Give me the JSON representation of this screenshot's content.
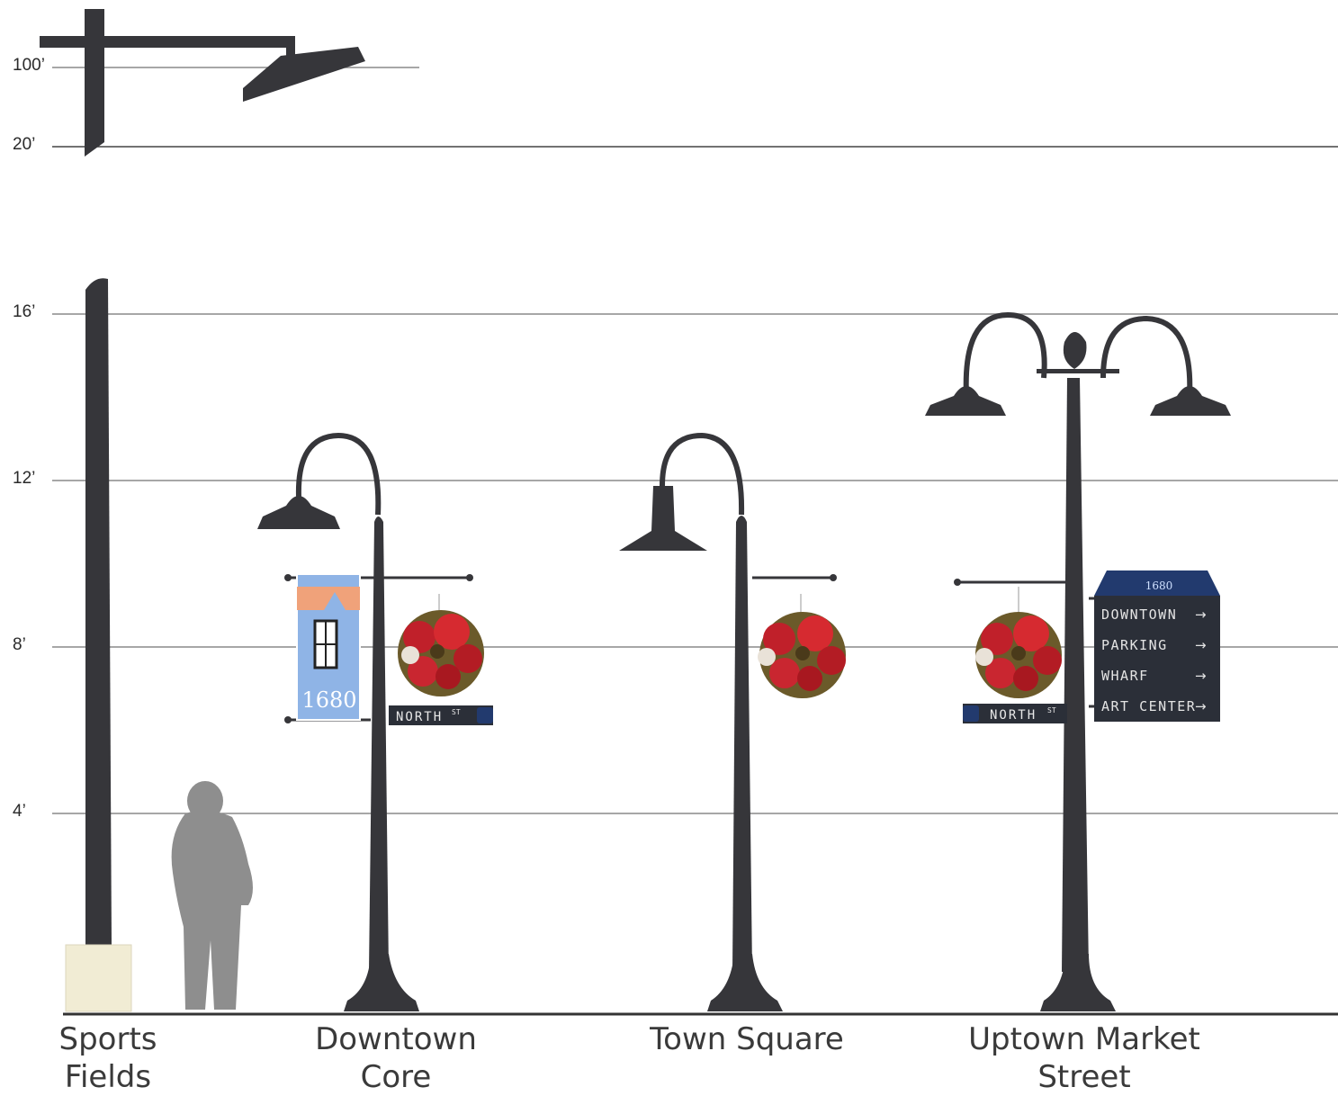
{
  "height_labels": {
    "h100": "100’",
    "h20": "20’",
    "h16": "16’",
    "h12": "12’",
    "h8": "8’",
    "h4": "4’"
  },
  "captions": {
    "sports_line1": "Sports",
    "sports_line2": "Fields",
    "downtown_line1": "Downtown",
    "downtown_line2": "Core",
    "town_square": "Town Square",
    "uptown_line1": "Uptown Market",
    "uptown_line2": "Street"
  },
  "banner": {
    "year": "1680"
  },
  "street_sign": {
    "name": "NORTH",
    "suffix": "ST"
  },
  "wayfinding": {
    "logo": "1680",
    "items": [
      "DOWNTOWN",
      "PARKING",
      "WHARF",
      "ART CENTER"
    ],
    "arrow": "→"
  },
  "colors": {
    "pole": "#36363a",
    "banner_blue": "#8fb4e6",
    "banner_orange": "#f0a27a",
    "sign_navy": "#223a6e",
    "flower_red": "#c0202a",
    "silhouette": "#8e8e8e"
  }
}
